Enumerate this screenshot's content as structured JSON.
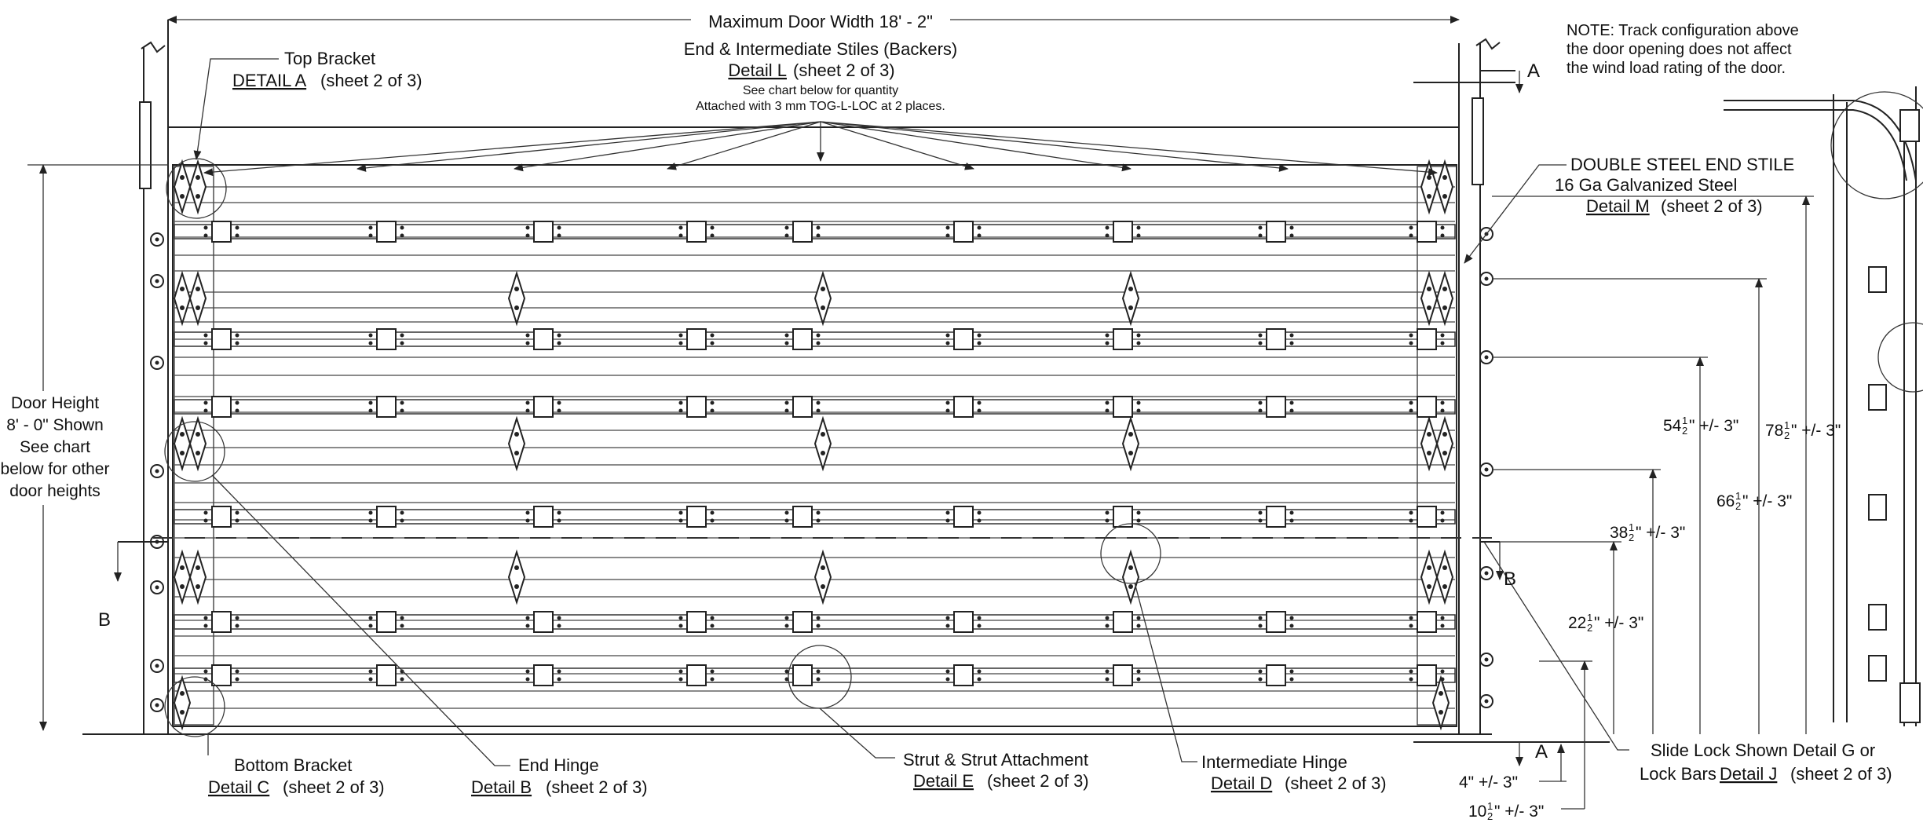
{
  "labels": {
    "max_width": "Maximum Door Width 18' - 2\"",
    "note_l1": "NOTE:  Track configuration above",
    "note_l2": "the door opening does not affect",
    "note_l3": "the wind load rating of the door.",
    "top_bracket": "Top Bracket",
    "detail_a": "DETAIL A",
    "detail_a_sheet": "(sheet 2 of 3)",
    "stiles_title": "End & Intermediate Stiles (Backers)",
    "detail_l": "Detail L",
    "detail_l_sheet": "(sheet 2 of 3)",
    "stiles_chart": "See chart below for quantity",
    "stiles_attach": "Attached with 3 mm TOG-L-LOC at 2 places.",
    "double_steel": "DOUBLE STEEL END STILE",
    "galvanized": "16 Ga Galvanized Steel",
    "detail_m": "Detail M",
    "detail_m_sheet": "(sheet 2 of 3)",
    "door_height_1": "Door Height",
    "door_height_2": "8' - 0\" Shown",
    "door_height_3": "See chart",
    "door_height_4": "below for other",
    "door_height_5": "door heights",
    "bottom_bracket": "Bottom Bracket",
    "detail_c": "Detail C",
    "detail_c_sheet": "(sheet 2 of 3)",
    "end_hinge": "End Hinge",
    "detail_b": "Detail B",
    "detail_b_sheet": "(sheet 2 of 3)",
    "strut": "Strut & Strut Attachment",
    "detail_e": "Detail E",
    "detail_e_sheet": "(sheet 2 of 3)",
    "int_hinge": "Intermediate Hinge",
    "detail_d": "Detail D",
    "detail_d_sheet": "(sheet 2 of 3)",
    "slide_lock": "Slide Lock Shown Detail G or",
    "lock_bars": "Lock Bars",
    "detail_j": "Detail J",
    "detail_j_sheet": "(sheet 2 of 3)",
    "section_a": "A",
    "section_a2": "A",
    "section_b": "B",
    "section_b2": "B"
  },
  "dimensions": {
    "d54_whole": "54",
    "d54_rest": "\" +/- 3\"",
    "d78_whole": "78",
    "d78_rest": "\" +/- 3\"",
    "d66_whole": "66",
    "d66_rest": "\" +/- 3\"",
    "d38_whole": "38",
    "d38_rest": "\" +/- 3\"",
    "d22_whole": "22",
    "d22_rest": "\" +/- 3\"",
    "d4": "4\" +/- 3\"",
    "d10_whole": "10",
    "d10_rest": "\" +/- 3\"",
    "frac_num": "1",
    "frac_den": "2"
  }
}
